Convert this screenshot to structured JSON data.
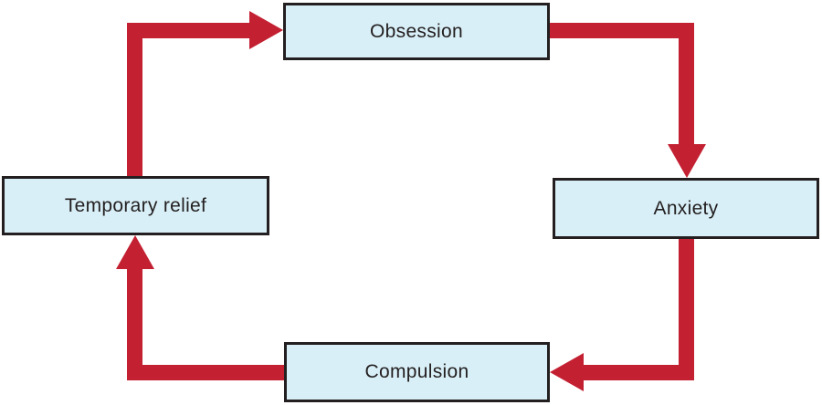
{
  "diagram": {
    "nodes": [
      {
        "id": "obsession",
        "label": "Obsession"
      },
      {
        "id": "anxiety",
        "label": "Anxiety"
      },
      {
        "id": "compulsion",
        "label": "Compulsion"
      },
      {
        "id": "temporary_relief",
        "label": "Temporary relief"
      }
    ],
    "edges": [
      {
        "from": "temporary_relief",
        "to": "obsession"
      },
      {
        "from": "obsession",
        "to": "anxiety"
      },
      {
        "from": "anxiety",
        "to": "compulsion"
      },
      {
        "from": "compulsion",
        "to": "temporary_relief"
      }
    ]
  },
  "colors": {
    "arrow": "#c32032",
    "box_fill": "#d9eff7",
    "box_border": "#231f20",
    "text": "#231f20",
    "background": "#ffffff"
  }
}
